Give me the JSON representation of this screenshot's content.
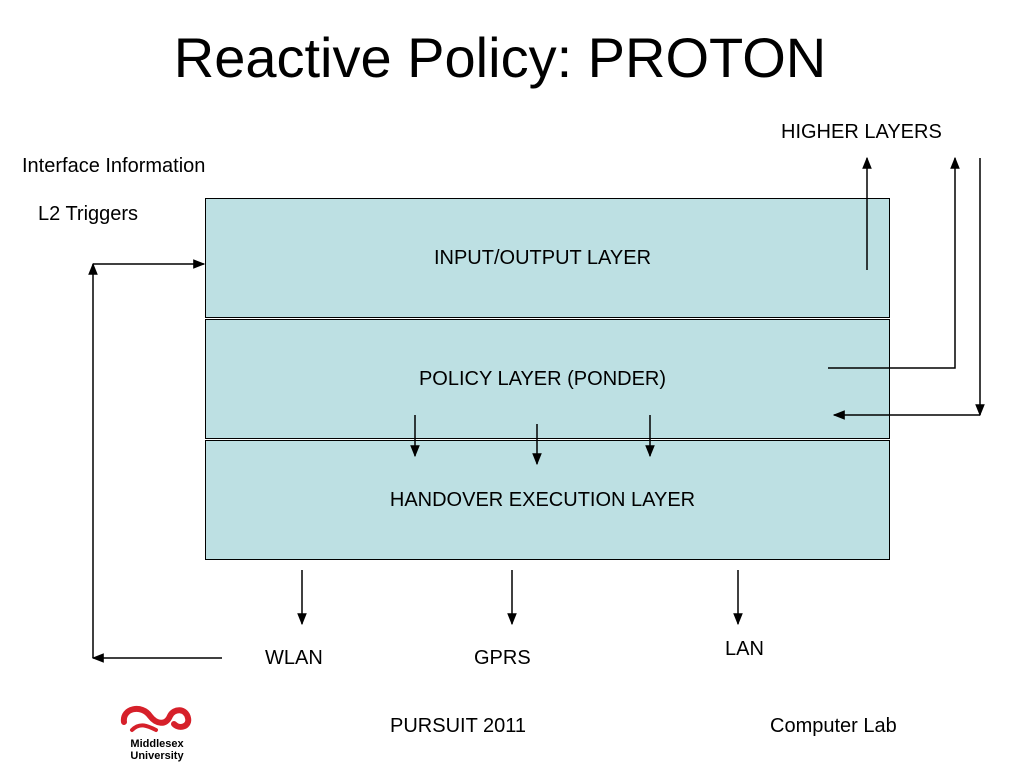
{
  "title": "Reactive Policy: PROTON",
  "labels": {
    "higher_layers": "HIGHER LAYERS",
    "interface_information": "Interface Information",
    "l2_triggers": "L2 Triggers"
  },
  "layers": [
    {
      "label": "INPUT/OUTPUT LAYER"
    },
    {
      "label": "POLICY LAYER (PONDER)"
    },
    {
      "label": "HANDOVER EXECUTION LAYER"
    }
  ],
  "networks": {
    "wlan": "WLAN",
    "gprs": "GPRS",
    "lan": "LAN"
  },
  "footer": {
    "logo_line1": "Middlesex",
    "logo_line2": "University",
    "center": "PURSUIT 2011",
    "right": "Computer Lab"
  },
  "colors": {
    "layer_fill": "#bde0e3",
    "logo_red": "#d6202a"
  }
}
